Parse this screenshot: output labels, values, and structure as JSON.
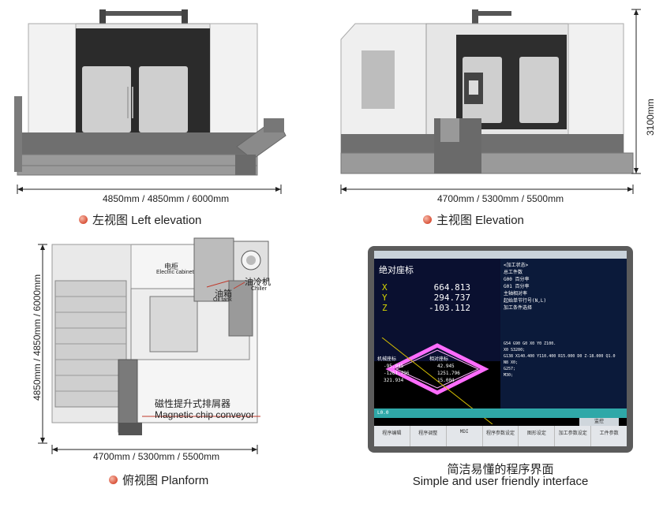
{
  "left_view": {
    "dimension": "4850mm / 4850mm / 6000mm",
    "caption": "左视图 Left elevation"
  },
  "front_view": {
    "dimension": "4700mm / 5300mm / 5500mm",
    "height_dimension": "3100mm",
    "caption": "主视图 Elevation"
  },
  "plan_view": {
    "dimension_bottom": "4700mm / 5300mm / 5500mm",
    "dimension_side": "4850mm / 4850mm / 6000mm",
    "caption": "俯视图 Planform",
    "electric_cabinet_cn": "电柜",
    "electric_cabinet_en": "Electric cabinet",
    "oil_tank_cn": "油箱",
    "oil_tank_en": "Oil tank",
    "chiller_cn": "油冷机",
    "chiller_en": "Chiller",
    "conveyor_cn": "磁性提升式排屑器",
    "conveyor_en": "Magnetic chip conveyor"
  },
  "interface": {
    "caption_cn": "简洁易懂的程序界面",
    "caption_en": "Simple and user friendly interface",
    "coord_title": "绝对座标",
    "axes": [
      "X",
      "Y",
      "Z"
    ],
    "values": [
      "664.813",
      "294.737",
      "-103.112"
    ],
    "machine_coord_label": "机械座标",
    "relative_coord_label": "相对座标",
    "machine_vals": [
      "-95.945",
      "-1261.796",
      "321.934"
    ],
    "relative_vals": [
      "42.945",
      "1251.796",
      "15.004"
    ],
    "info_rows": [
      "<加工状态>",
      "总工件数",
      "G00 百分率",
      "G01 百分率",
      "主轴相对率",
      "起始单节行号(N,L)",
      "加工条件选择"
    ],
    "program_lines": [
      "G54 G90 G0 X0 Y0 Z100.",
      "X0 S3200;",
      "G138 X140.400 Y110.400 R15.000 D0 Z-18.000 Q1.0",
      "N8 X0;",
      "G257;",
      "M30;"
    ],
    "softkeys": [
      "程序编辑",
      "程序调整",
      "MDI",
      "程序参数设定",
      "图形设定",
      "加工参数设定",
      "工件参数"
    ],
    "bottom_status": "L0.0",
    "tag_label": "监控"
  }
}
